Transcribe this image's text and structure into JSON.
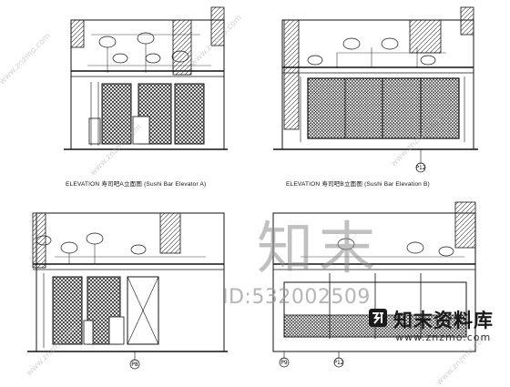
{
  "watermark": {
    "big": "知末",
    "id": "ID:532002509",
    "brand": "知末资料库",
    "url": "www.znzmo.com",
    "diagonal": "www.znzmo.com"
  },
  "elevations": {
    "a_caption": "ELEVATION  寿司吧A立面图 (Sushi  Bar  Elevator  A)",
    "b_caption": "ELEVATION  寿司吧B立面图 (Sushi  Bar  Elevation  B)"
  },
  "markers": {
    "b_grid": "P12",
    "c_grid": "P8",
    "d_grid_left": "P9",
    "d_grid_right": "P12"
  },
  "colors": {
    "line": "#111111",
    "hatch": "#222222",
    "wall": "#444444"
  }
}
